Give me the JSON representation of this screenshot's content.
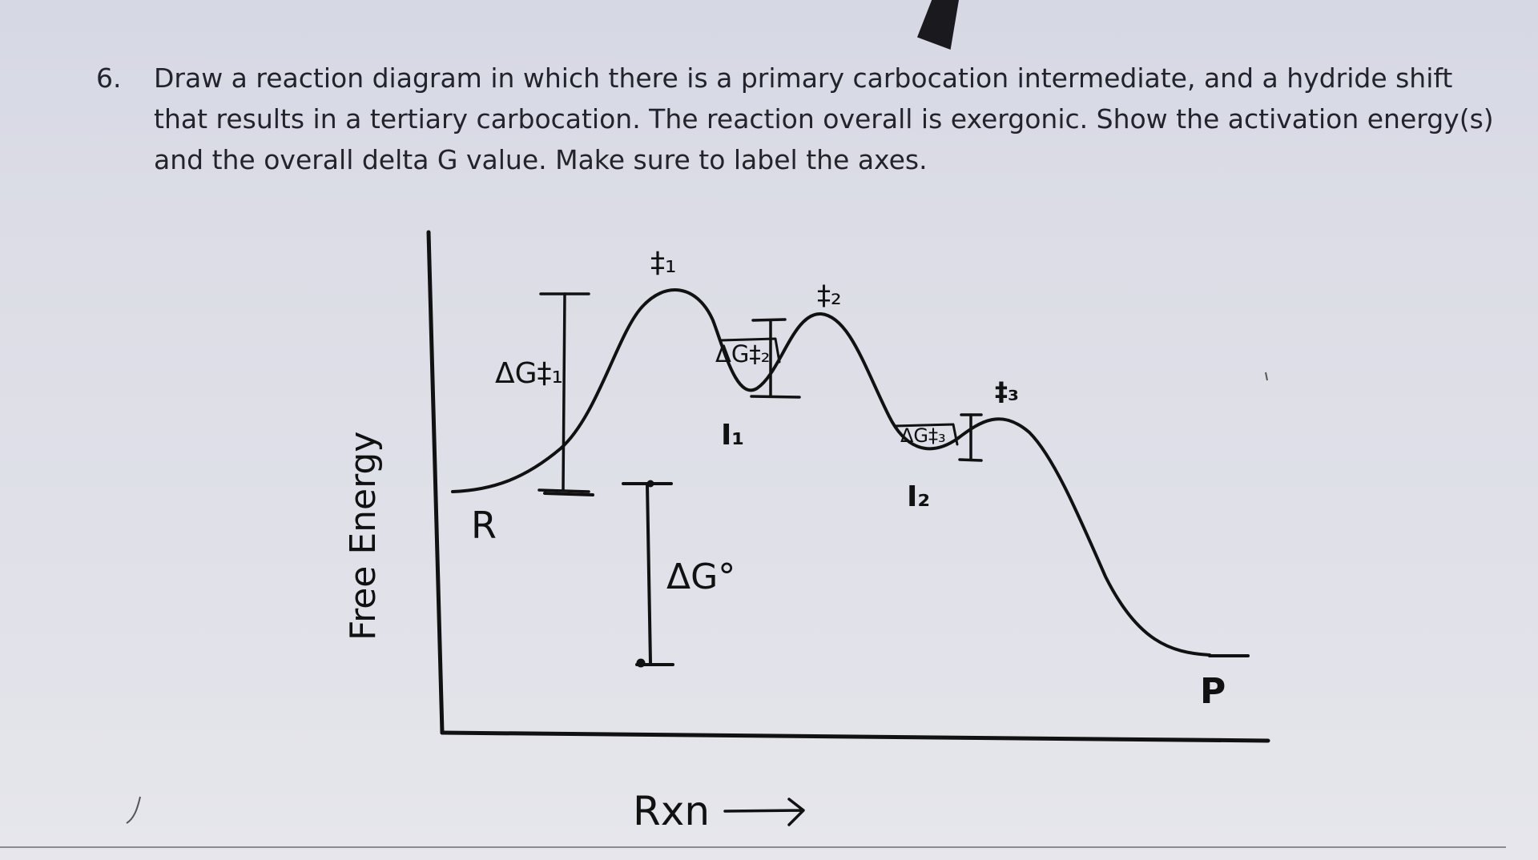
{
  "question": {
    "number": "6.",
    "text": "Draw a reaction diagram in which there is a primary carbocation intermediate, and a hydride shift that results in a tertiary carbocation. The reaction overall is exergonic. Show the activation energy(s) and the overall delta G value. Make sure to label the axes."
  },
  "diagram": {
    "y_axis_label": "Free Energy",
    "x_axis_label": "Rxn",
    "reactant_label": "R",
    "product_label": "P",
    "ts_labels": [
      "‡₁",
      "‡₂",
      "‡₃"
    ],
    "intermediate_labels": [
      "I₁",
      "I₂"
    ],
    "activation_labels": [
      "ΔG‡₁",
      "ΔG‡₂",
      "ΔG‡₃"
    ],
    "overall_label": "ΔG°"
  }
}
